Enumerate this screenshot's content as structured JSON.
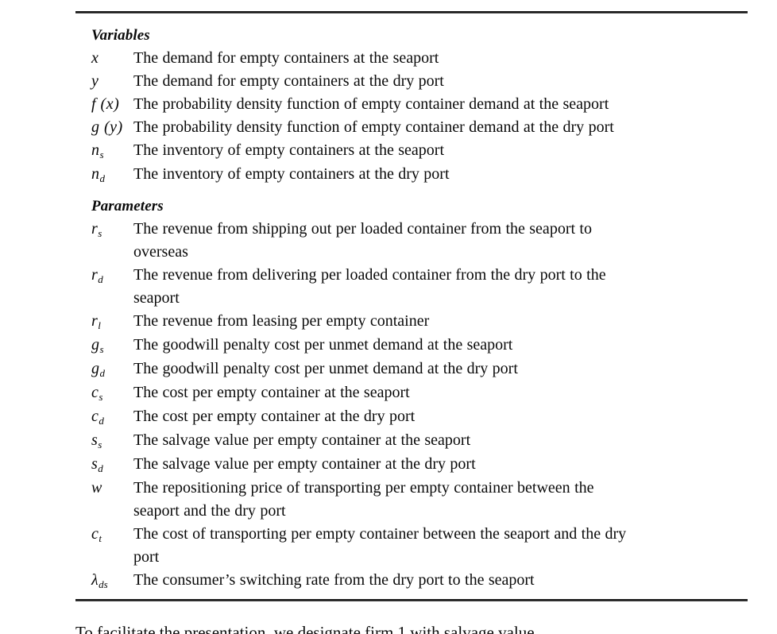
{
  "document": {
    "sections": [
      {
        "heading": "Variables",
        "rows": [
          {
            "symbol": "x",
            "sub": "",
            "desc_line1": "The demand for empty containers at the seaport",
            "desc_line2": ""
          },
          {
            "symbol": "y",
            "sub": "",
            "desc_line1": "The demand for empty containers at the dry port",
            "desc_line2": ""
          },
          {
            "symbol": "f (x)",
            "sub": "",
            "desc_line1": "The probability density function of empty container demand at the seaport",
            "desc_line2": ""
          },
          {
            "symbol": "g (y)",
            "sub": "",
            "desc_line1": "The probability density function of empty container demand at the dry port",
            "desc_line2": ""
          },
          {
            "symbol": "n",
            "sub": "s",
            "desc_line1": "The inventory of empty containers at the seaport",
            "desc_line2": ""
          },
          {
            "symbol": "n",
            "sub": "d",
            "desc_line1": "The inventory of empty containers at the dry port",
            "desc_line2": ""
          }
        ]
      },
      {
        "heading": "Parameters",
        "rows": [
          {
            "symbol": "r",
            "sub": "s",
            "desc_line1": "The revenue from shipping out per loaded container from the seaport to",
            "desc_line2": "overseas"
          },
          {
            "symbol": "r",
            "sub": "d",
            "desc_line1": "The revenue from delivering per loaded container from the dry port to the",
            "desc_line2": "seaport"
          },
          {
            "symbol": "r",
            "sub": "l",
            "desc_line1": "The revenue from leasing per empty container",
            "desc_line2": ""
          },
          {
            "symbol": "g",
            "sub": "s",
            "desc_line1": "The goodwill penalty cost per unmet demand at the seaport",
            "desc_line2": ""
          },
          {
            "symbol": "g",
            "sub": "d",
            "desc_line1": "The goodwill penalty cost per unmet demand at the dry port",
            "desc_line2": ""
          },
          {
            "symbol": "c",
            "sub": "s",
            "desc_line1": "The cost per empty container at the seaport",
            "desc_line2": ""
          },
          {
            "symbol": "c",
            "sub": "d",
            "desc_line1": "The cost per empty container at the dry port",
            "desc_line2": ""
          },
          {
            "symbol": "s",
            "sub": "s",
            "desc_line1": "The salvage value per empty container at the seaport",
            "desc_line2": ""
          },
          {
            "symbol": "s",
            "sub": "d",
            "desc_line1": "The salvage value per empty container at the dry port",
            "desc_line2": ""
          },
          {
            "symbol": "w",
            "sub": "",
            "desc_line1": "The repositioning price of transporting per empty container between the",
            "desc_line2": "seaport and the dry port"
          },
          {
            "symbol": "c",
            "sub": "t",
            "desc_line1": "The cost of transporting per empty container between the seaport and the dry",
            "desc_line2": "port"
          },
          {
            "symbol": "λ",
            "sub": "ds",
            "desc_line1": "The consumer’s switching rate from the dry port to the seaport",
            "desc_line2": ""
          }
        ]
      }
    ],
    "trailing_text": "To facilitate the presentation, we designate firm 1 with salvage value"
  }
}
